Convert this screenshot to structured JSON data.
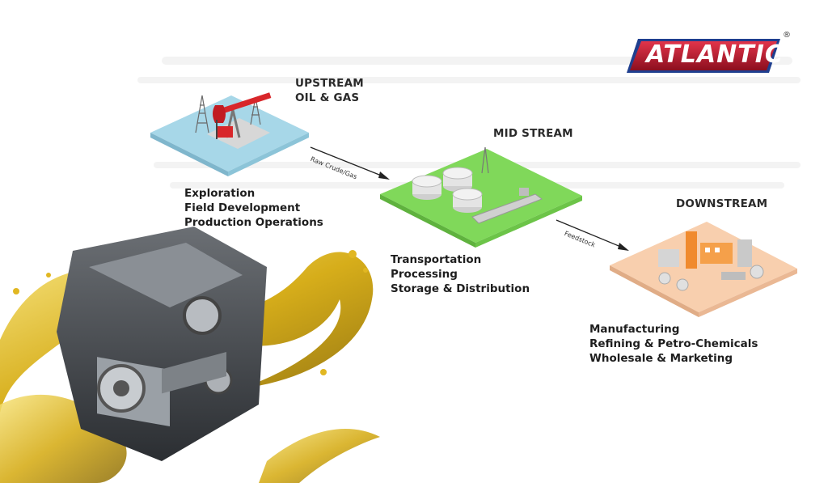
{
  "brand": {
    "logo_text": "ATLANTIC",
    "registered_mark": "®",
    "accent_red": "#c8102e",
    "accent_blue": "#1f3f8f"
  },
  "stages": {
    "upstream": {
      "title_line1": "UPSTREAM",
      "title_line2": "OIL & GAS",
      "items": [
        "Exploration",
        "Field Development",
        "Production Operations"
      ],
      "tile_color": "#9fd3e6"
    },
    "midstream": {
      "title": "MID STREAM",
      "items": [
        "Transportation",
        "Processing",
        "Storage & Distribution"
      ],
      "tile_color": "#7ed957"
    },
    "downstream": {
      "title": "DOWNSTREAM",
      "items": [
        "Manufacturing",
        "Refining & Petro-Chemicals",
        "Wholesale & Marketing"
      ],
      "tile_color": "#f6c7a4"
    }
  },
  "flows": {
    "upstream_to_midstream": "Raw Crude/Gas",
    "midstream_to_downstream": "Feedstock"
  },
  "icons": [
    "pumpjack-icon",
    "oil-rig-icon",
    "storage-tank-icon",
    "tanker-ship-icon",
    "refinery-icon",
    "engine-oil-splash-image"
  ]
}
